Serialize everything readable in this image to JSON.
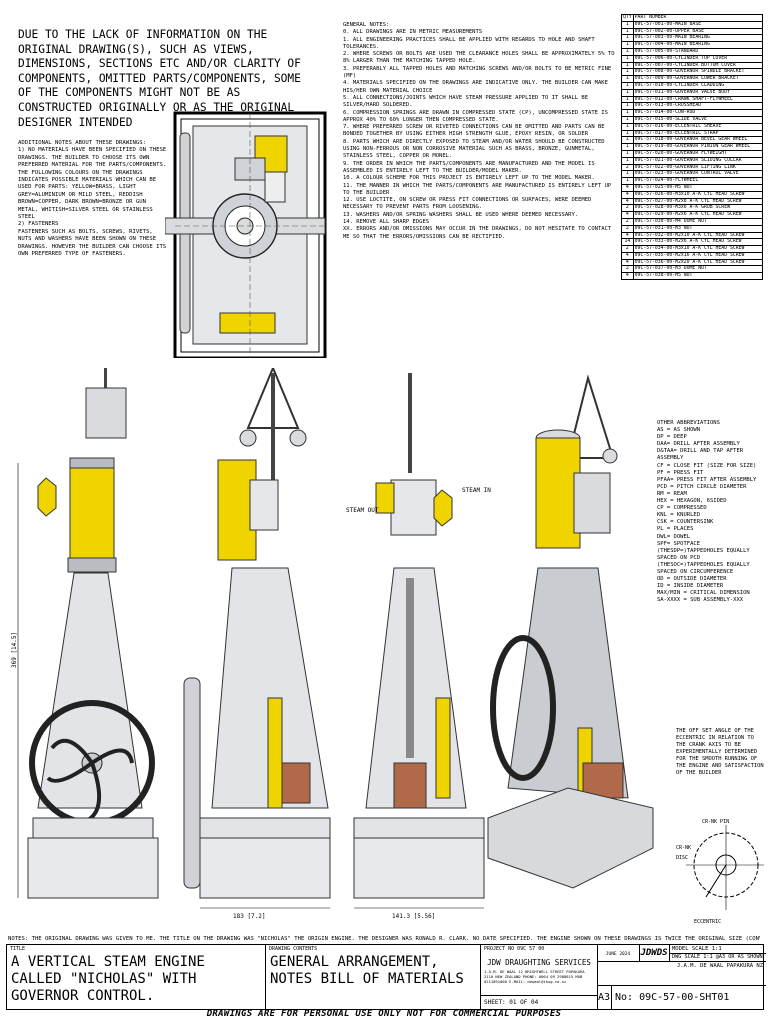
{
  "disclaimer": "DUE TO THE LACK OF INFORMATION ON THE ORIGINAL DRAWING(S), SUCH AS VIEWS, DIMENSIONS, SECTIONS ETC AND/OR CLARITY OF COMPONENTS, OMITTED PARTS/COMPONENTS, SOME OF THE COMPONENTS MIGHT NOT BE AS CONSTRUCTED ORIGINALLY OR AS THE ORIGINAL DESIGNER INTENDED",
  "additional_notes": [
    "ADDITIONAL NOTES ABOUT THESE DRAWINGS:",
    "1) NO MATERIALS HAVE BEEN SPECIFIED ON THESE DRAWINGS. THE BUILDER TO CHOOSE ITS OWN PREFERRED MATERIAL FOR THE PARTS/COMPONENTS. THE FOLLOWING COLOURS ON THE DRAWINGS INDICATES POSSIBLE MATERIALS WHICH CAN BE USED FOR PARTS: YELLOW=BRASS, LIGHT GREY=ALUMINIUM OR MILD STEEL, REDDISH BROWN=COPPER, DARK BROWN=BRONZE OR GUN METAL, WHITISH=SILVER STEEL OR STAINLESS STEEL",
    "2) FASTENERS",
    "FASTENERS SUCH AS BOLTS, SCREWS, RIVETS, NUTS AND WASHERS HAVE BEEN SHOWN ON THESE DRAWINGS. HOWEVER THE BUILDER CAN CHOOSE ITS OWN PREFERRED TYPE OF FASTENERS."
  ],
  "general_notes": [
    "GENERAL NOTES:",
    "0. ALL DRAWINGS ARE IN METRIC MEASUREMENTS",
    "1. ALL ENGINEERING PRACTICES SHALL BE APPLIED WITH REGARDS TO HOLE AND SHAFT TOLERANCES.",
    "2. WHERE SCREWS OR BOLTS ARE USED THE CLEARANCE HOLES SHALL BE APPROXIMATELY 5% TO 8% LARGER THAN THE MATCHING TAPPED HOLE.",
    "3. PREFERABLY ALL TAPPED HOLES AND MATCHING SCREWS AND/OR BOLTS TO BE METRIC FINE (MF)",
    "4. MATERIALS SPECIFIED ON THE DRAWINGS ARE INDICATIVE ONLY. THE BUILDER CAN MAKE HIS/HER OWN MATERIAL CHOICE",
    "5. ALL CONNECTIONS/JOINTS WHICH HAVE STEAM PRESSURE APPLIED TO IT SHALL BE SILVER/HARD SOLDERED.",
    "6. COMPRESSION SPRINGS ARE DRAWN IN COMPRESSED STATE (CP), UNCOMPRESSED STATE IS APPROX 40% TO 60% LONGER THEN COMPRESSED STATE.",
    "7. WHERE PREFERRED SCREW OR RIVETED CONNECTIONS CAN BE OMITTED AND PARTS CAN BE BONDED TOGETHER BY USING EITHER HIGH STRENGTH GLUE, EPOXY RESIN, OR SOLDER",
    "8. PARTS WHICH ARE DIRECTLY EXPOSED TO STEAM AND/OR WATER SHOULD BE CONSTRUCTED USING NON-FERROUS OR NON CORROSIVE MATERIAL SUCH AS BRASS, BRONZE, GUNMETAL, STAINLESS STEEL, COPPER OR MONEL.",
    "9. THE ORDER IN WHICH THE PARTS/COMPONENTS ARE MANUFACTURED AND THE MODEL IS ASSEMBLED IS ENTIRELY LEFT TO THE BUILDER/MODEL MAKER.",
    "10. A COLOUR SCHEME FOR THIS PROJECT IS ENTIRELY LEFT UP TO THE MODEL MAKER.",
    "11. THE MANNER IN WHICH THE PARTS/COMPONENTS ARE MANUFACTURED IS ENTIRELY LEFT UP TO THE BUILDER",
    "12. USE LOCTITE, ON SCREW OR PRESS FIT CONNECTIONS OR SURFACES, WERE DEEMED NECESSARY TO PREVENT PARTS FROM LOOSENING.",
    "13. WASHERS AND/OR SPRING WASHERS SHALL BE USED WHERE DEEMED NECESSARY.",
    "14. REMOVE ALL SHARP EDGES",
    "XX. ERRORS AND/OR OMISSIONS MAY OCCUR IN THE DRAWINGS, DO NOT HESITATE TO CONTACT ME SO THAT THE ERRORS/OMISSIONS CAN BE RECTIFIED."
  ],
  "bom": {
    "header": [
      "QTY",
      "PART NUMBER"
    ],
    "rows": [
      [
        "1",
        "09C-57-001-00-MAIN BASE"
      ],
      [
        "1",
        "09C-57-002-00-UPPER BASE"
      ],
      [
        "1",
        "09C-57-003-00-MAIN BEARING"
      ],
      [
        "1",
        "09C-57-004-00-MAIN BEARING"
      ],
      [
        "1",
        "09C-57-005-00-STANDARD"
      ],
      [
        "1",
        "09C-57-006-00-CYLINDER TOP COVER"
      ],
      [
        "1",
        "09C-57-007-00-CYLINDER BOTTOM COVER"
      ],
      [
        "1",
        "09C-57-008-00-GOVERNOR SPINDLE BRACKET"
      ],
      [
        "1",
        "09C-57-009-00-GOVERNOR LOWER BRACKET"
      ],
      [
        "1",
        "09C-57-010-00-CYLINDER CLADDING"
      ],
      [
        "1",
        "09C-57-011-00-GOVERNOR VALVE BODY"
      ],
      [
        "1",
        "09C-57-012-00-CRANK SHAFT-FLYWHEEL"
      ],
      [
        "1",
        "09C-57-013-00-CROSSHEAD"
      ],
      [
        "1",
        "09C-57-014-00-CON-ROD"
      ],
      [
        "1",
        "09C-57-015-00-SLIDE VALVE"
      ],
      [
        "1",
        "09C-57-016-00-ECCENTRIC SHEAVE"
      ],
      [
        "1",
        "09C-57-017-00-ECCENTRIC STRAP"
      ],
      [
        "1",
        "09C-57-018-00-GOVERNOR BEVEL GEAR WHEEL"
      ],
      [
        "1",
        "09C-57-019-00-GOVERNOR PINION GEAR WHEEL"
      ],
      [
        "1",
        "09C-57-020-00-GOVERNOR FLYWEIGHT"
      ],
      [
        "1",
        "09C-57-021-00-GOVERNOR SLIDING COLLAR"
      ],
      [
        "2",
        "09C-57-022-00-GOVERNOR LIFTING LINK"
      ],
      [
        "1",
        "09C-57-023-00-GOVERNOR CONTROL VALVE"
      ],
      [
        "1",
        "09C-57-024-00-FLYWHEEL"
      ],
      [
        "4",
        "09C-57-025-00-M5 NUT"
      ],
      [
        "4",
        "09C-57-026-00-M3x10 A-K CYL HEAD SCREW"
      ],
      [
        "4",
        "09C-57-027-00-M2x8 A-K CYL HEAD SCREW"
      ],
      [
        "2",
        "09C-57-028-00-M3x6 A-K GRUB SCREW"
      ],
      [
        "4",
        "09C-57-029-00-M2x6 A-K CYL HEAD SCREW"
      ],
      [
        "2",
        "09C-57-030-00-M4 DOME NUT"
      ],
      [
        "2",
        "09C-57-031-00-M3 NUT"
      ],
      [
        "4",
        "09C-57-032-00-M2x10 A-K CYL HEAD SCREW"
      ],
      [
        "14",
        "09C-57-033-00-M2x6 A-K CYL HEAD SCREW"
      ],
      [
        "2",
        "09C-57-034-00-M3x10 A-K CYL HEAD SCREW"
      ],
      [
        "4",
        "09C-57-035-00-M2x16 A-K CYL HEAD SCREW"
      ],
      [
        "4",
        "09C-57-036-00-M2x20 A-K CYL HEAD SCREW"
      ],
      [
        "2",
        "09C-57-037-00-M3 DOME NUT"
      ],
      [
        "4",
        "09C-57-038-00-M5 NUT"
      ]
    ]
  },
  "abbreviations": [
    "OTHER ABBREVIATIONS",
    "AS = AS SHOWN",
    "DP = DEEP",
    "DAA= DRILL AFTER ASSEMBLY",
    "D&TAA= DRILL AND TAP AFTER ASSEMBLY",
    "CF = CLOSE FIT (SIZE FOR SIZE)",
    "PF = PRESS FIT",
    "PFAA= PRESS FIT AFTER ASSEMBLY",
    "PCD = PITCH CIRCLE DIAMETER",
    "RM = REAM",
    "HEX = HEXAGON, 6SIDED",
    "CP = COMPRESSED",
    "KNL = KNURLED",
    "CSK = COUNTERSINK",
    "PL = PLACES",
    "DWL= DOWEL",
    "SPF= SPOTFACE",
    "(THESDP=)TAPPEDHOLES EQUALLY SPACED ON PCD",
    "(THESOC=)TAPPEDHOLES EQUALLY SPACED ON CIRCUMFERENCE",
    "OD = OUTSIDE DIAMETER",
    "ID = INSIDE DIAMETER",
    "MAX/MIN = CRITICAL DIMENSION",
    "SA-xxxx = SUB ASSEMBLY-xxx"
  ],
  "offset_note": "THE OFF SET ANGLE OF THE ECCENTRIC IN RELATION TO THE CRANK AXIS TO BE EXPERIMENTALLY DETERMINED FOR THE SMOOTH RUNNING OF THE ENGINE AND SATISFACTION OF THE BUILDER",
  "labels": {
    "steam_in": "STEAM IN",
    "steam_out": "STEAM OUT",
    "crank_pin": "CR-NK PIN",
    "crank": "CR-NK",
    "disc": "DISC",
    "eccentric": "ECCENTRIC"
  },
  "dimensions": {
    "height": "369 [14.5]",
    "width1": "183 [7.2]",
    "width2": "141.3 [5.56]"
  },
  "notes_line": "NOTES: THE ORIGINAL DRAWING WAS GIVEN TO ME. THE TITLE ON THE DRAWING WAS \"NICHOLAS\" THE ORIGIN ENGINE. THE DESIGNER WAS RONALD R. CLARK. NO DATE SPECIFIED. THE ENGINE SHOWN ON THESE DRAWINGS IS TWICE THE ORIGINAL SIZE (CONVERTED FROM IMPERIAL TO METRIC)",
  "title_block": {
    "title_label": "TITLE",
    "title": "A VERTICAL STEAM ENGINE CALLED \"NICHOLAS\" WITH GOVERNOR CONTROL.",
    "contents_label": "DRAWING CONTENTS",
    "contents": "GENERAL ARRANGEMENT, NOTES BILL OF MATERIALS",
    "project_label": "PROJECT NO",
    "project_no": "09C 57 00",
    "company": "JDW DRAUGHTING SERVICES",
    "address": "J.A.M. DE WAAL 12 BRIGHTWELL STREET PAPAKURA 2110 NEW ZEALAND PHONE: 0064 09 2988815 MOB 0211891000 E-MAIL: dewaal@ihug.co.nz",
    "date": "JUNE 2024",
    "sheet": "SHEET: 01 OF 04",
    "size": "A3",
    "logo": "JDWDS",
    "model_scale": "MODEL SCALE 1:1",
    "dwg_scale": "DWG SCALE 1:1 @A3 OR AS SHOWN",
    "drawn_by": "J.A.M. DE WAAL PAPAKURA NZ",
    "dwg_no": "No: 09C-57-00-SHT01"
  },
  "footer": "DRAWINGS ARE FOR PERSONAL USE ONLY NOT FOR COMMERCIAL PURPOSES",
  "colors": {
    "brass": "#f0d400",
    "grey": "#c9ccd0",
    "dark": "#3a3a3a",
    "copper": "#b06a4a"
  }
}
